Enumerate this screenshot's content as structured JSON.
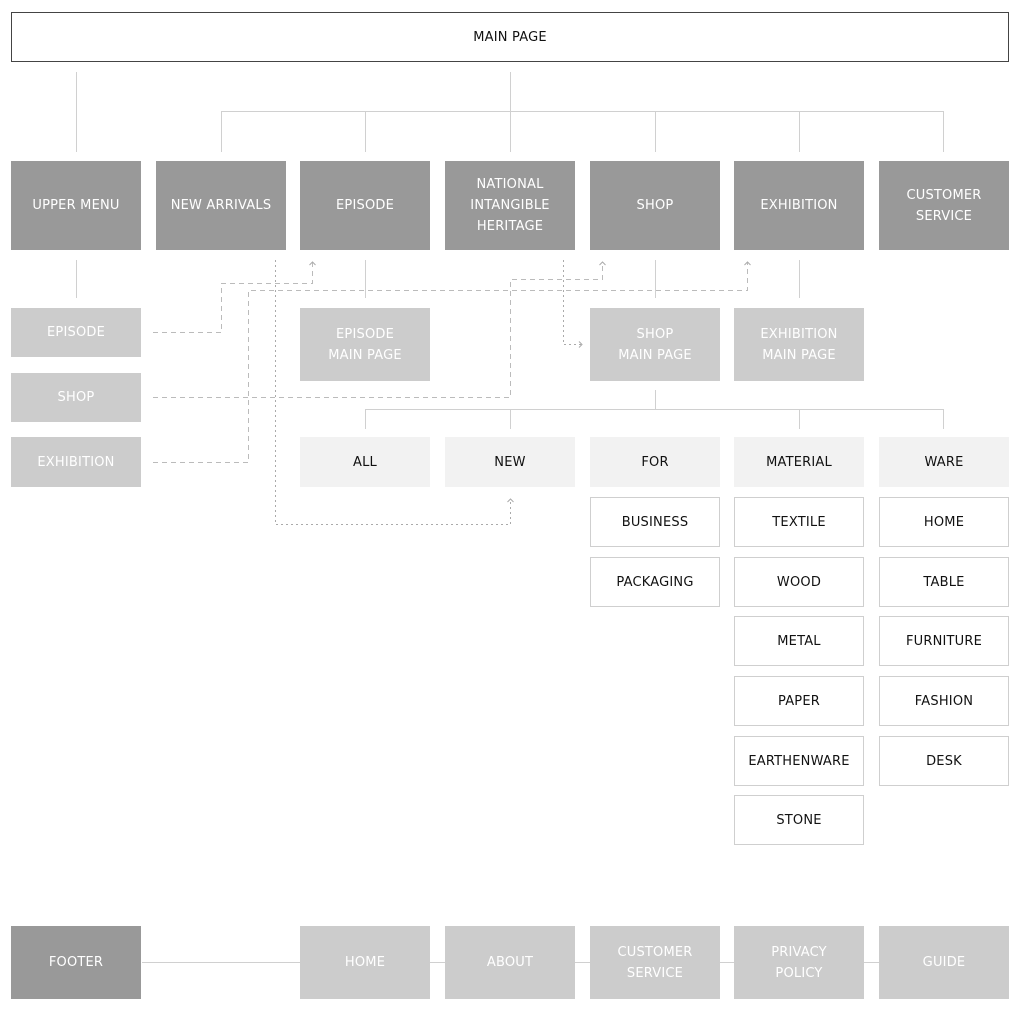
{
  "colors": {
    "border_main": "#444444",
    "dark_box": "#999999",
    "mid_box": "#cccccc",
    "light_box": "#f2f2f2",
    "outline_box": "#cfcfcf",
    "connector": "#d0d0d0",
    "dotted_arrow": "#aaaaaa",
    "dark_text": "#111111",
    "light_text": "#ffffff"
  },
  "main_page": "MAIN PAGE",
  "top_level": [
    "UPPER MENU",
    "NEW ARRIVALS",
    "EPISODE",
    "NATIONAL\nINTANGIBLE\nHERITAGE",
    "SHOP",
    "EXHIBITION",
    "CUSTOMER\nSERVICE"
  ],
  "upper_menu_items": [
    "EPISODE",
    "SHOP",
    "EXHIBITION"
  ],
  "sub_pages": {
    "episode": "EPISODE\nMAIN PAGE",
    "shop": "SHOP\nMAIN PAGE",
    "exhibition": "EXHIBITION\nMAIN PAGE"
  },
  "shop_categories": [
    "ALL",
    "NEW",
    "FOR",
    "MATERIAL",
    "WARE"
  ],
  "for_items": [
    "BUSINESS",
    "PACKAGING"
  ],
  "material_items": [
    "TEXTILE",
    "WOOD",
    "METAL",
    "PAPER",
    "EARTHENWARE",
    "STONE"
  ],
  "ware_items": [
    "HOME",
    "TABLE",
    "FURNITURE",
    "FASHION",
    "DESK"
  ],
  "footer": {
    "label": "FOOTER",
    "items": [
      "HOME",
      "ABOUT",
      "CUSTOMER\nSERVICE",
      "PRIVACY\nPOLICY",
      "GUIDE"
    ]
  }
}
